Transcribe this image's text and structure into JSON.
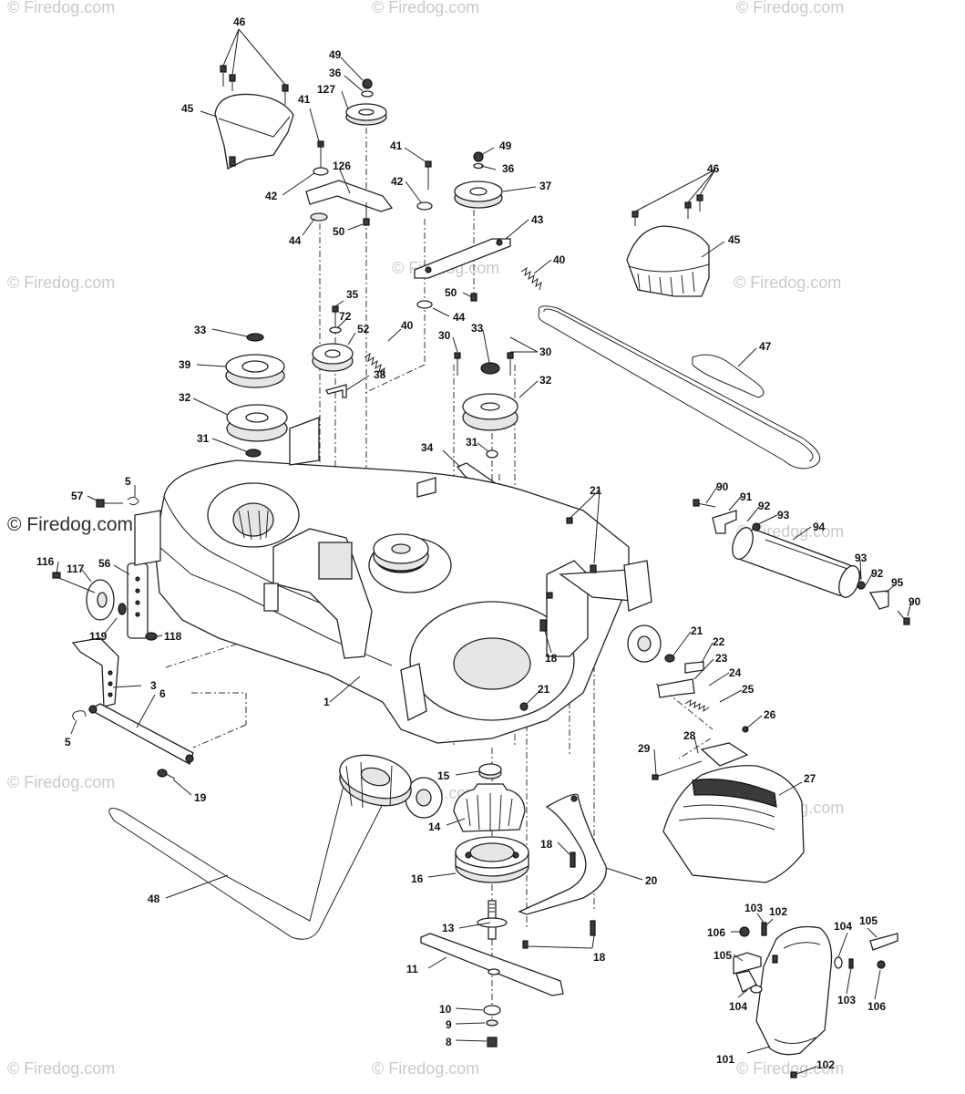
{
  "watermark": {
    "text": "© Firedog.com",
    "main_text": "© Firedog.com"
  },
  "labels": {
    "l46a": "46",
    "l49a": "49",
    "l36a": "36",
    "l127": "127",
    "l45a": "45",
    "l41a": "41",
    "l126": "126",
    "l42a": "42",
    "l44a": "44",
    "l50a": "50",
    "l41b": "41",
    "l49b": "49",
    "l36b": "36",
    "l37": "37",
    "l42b": "42",
    "l43": "43",
    "l40a": "40",
    "l50b": "50",
    "l44b": "44",
    "l46b": "46",
    "l45b": "45",
    "l35": "35",
    "l72": "72",
    "l52": "52",
    "l40b": "40",
    "l38": "38",
    "l33a": "33",
    "l39": "39",
    "l32a": "32",
    "l31a": "31",
    "l30a": "30",
    "l33b": "33",
    "l30b": "30",
    "l32b": "32",
    "l31b": "31",
    "l34": "34",
    "l47": "47",
    "l5a": "5",
    "l57": "57",
    "l116": "116",
    "l117": "117",
    "l56": "56",
    "l119": "119",
    "l118": "118",
    "l21a": "21",
    "l18a": "18",
    "l21b": "21",
    "l90a": "90",
    "l91": "91",
    "l92a": "92",
    "l93a": "93",
    "l94": "94",
    "l93b": "93",
    "l92b": "92",
    "l95": "95",
    "l90b": "90",
    "l3": "3",
    "l6": "6",
    "l5b": "5",
    "l1": "1",
    "l19": "19",
    "l21c": "21",
    "l22": "22",
    "l23": "23",
    "l24": "24",
    "l25": "25",
    "l26": "26",
    "l28": "28",
    "l29": "29",
    "l27": "27",
    "l15": "15",
    "l14": "14",
    "l16": "16",
    "l18b": "18",
    "l20": "20",
    "l48": "48",
    "l13": "13",
    "l18c": "18",
    "l11": "11",
    "l10": "10",
    "l9": "9",
    "l8": "8",
    "l103a": "103",
    "l102a": "102",
    "l106a": "106",
    "l104a": "104",
    "l105a": "105",
    "l105b": "105",
    "l104b": "104",
    "l103b": "103",
    "l106b": "106",
    "l101": "101",
    "l102b": "102"
  }
}
